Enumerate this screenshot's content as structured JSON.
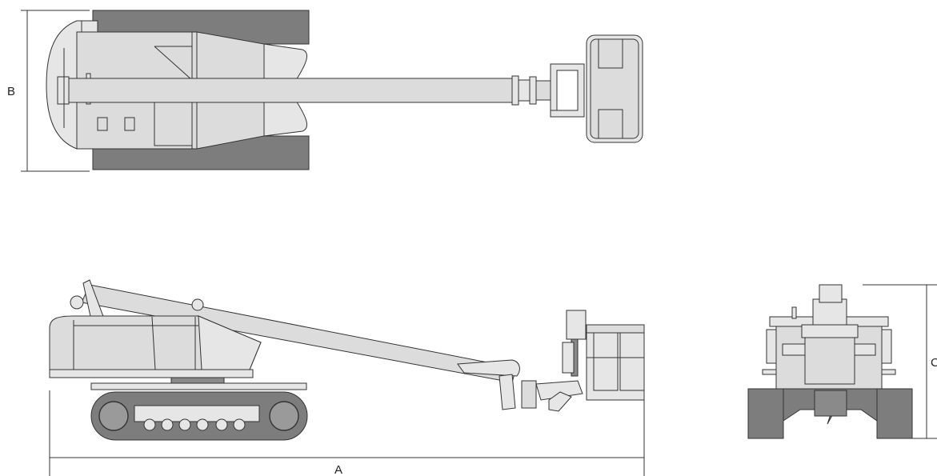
{
  "dimensions": {
    "a_label": "A",
    "b_label": "B",
    "c_label": "C"
  },
  "colors": {
    "machine_body": "#dcdcdc",
    "tracks": "#7d7d7d",
    "outline": "#333333",
    "background": "#ffffff"
  }
}
